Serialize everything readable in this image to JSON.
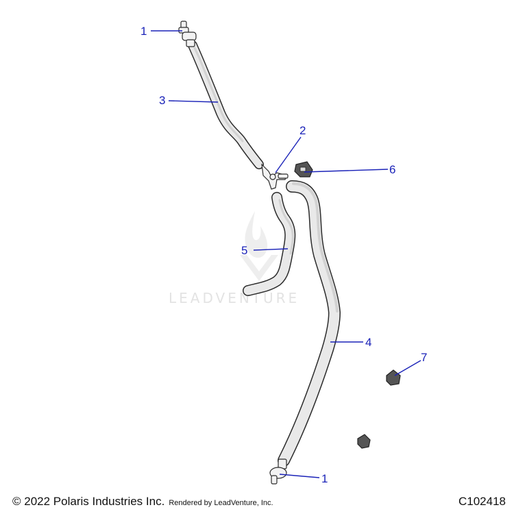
{
  "diagram": {
    "callouts": [
      "1",
      "2",
      "3",
      "4",
      "5",
      "6",
      "7",
      "1"
    ],
    "watermark": "LEADVENTURE",
    "accent_color": "#1a22b8"
  },
  "footer": {
    "copyright": "© 2022 Polaris Industries Inc.",
    "rendered_by": "Rendered by LeadVenture, Inc.",
    "diagram_id": "C102418"
  }
}
